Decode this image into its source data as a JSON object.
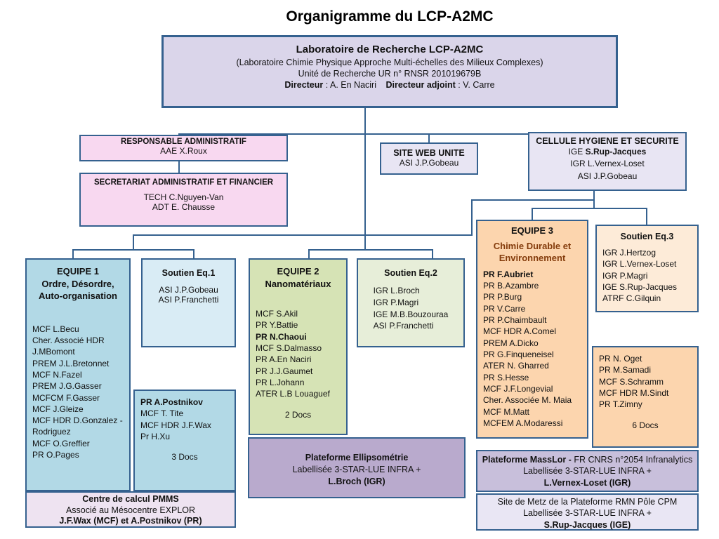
{
  "colors": {
    "line_and_border": "#35618f",
    "main_fill": "#dad5ea",
    "admin_pink": "#f8d8f0",
    "lavender_light": "#e8e5f3",
    "equipe1_blue": "#b2d9e6",
    "soutien1_blue": "#d9ecf5",
    "equipe2_green": "#d6e3b5",
    "soutien2_green": "#e7eed9",
    "equipe3_orange": "#fcd5ae",
    "soutien3_orange": "#fdebd8",
    "plateforme_purple": "#b9aacd",
    "equipe3_subtitle_red": "#843c0c"
  },
  "page_title": "Organigramme du LCP-A2MC",
  "main_box": {
    "title": "Laboratoire de Recherche LCP-A2MC",
    "subtitle": "(Laboratoire Chimie Physique Approche Multi-échelles des Milieux Complexes)",
    "unit": "Unité de Recherche UR n° RNSR 201019679B",
    "director_label": "Directeur",
    "director_value": " : A. En Naciri",
    "adjoint_label": "Directeur adjoint",
    "adjoint_value": " : V. Carre"
  },
  "responsable": {
    "title": "RESPONSABLE ADMINISTRATIF",
    "member": "AAE X.Roux"
  },
  "secretariat": {
    "title": "SECRETARIAT ADMINISTRATIF ET FINANCIER",
    "members": [
      "TECH C.Nguyen-Van",
      "ADT E. Chausse"
    ]
  },
  "siteweb": {
    "title": "SITE WEB UNITE",
    "member": "ASI  J.P.Gobeau"
  },
  "cellule": {
    "title": "CELLULE  HYGIENE ET SECURITE",
    "lead_prefix": "IGE ",
    "lead_name": "S.Rup-Jacques",
    "member2": "IGR L.Vernex-Loset",
    "member3": "ASI  J.P.Gobeau"
  },
  "equipe1": {
    "title": "EQUIPE 1",
    "subtitle1": "Ordre,  Désordre,",
    "subtitle2": "Auto-organisation",
    "members": [
      "MCF L.Becu",
      "Cher. Associé HDR J.MBomont",
      "PREM J.L.Bretonnet",
      "MCF N.Fazel",
      "PREM J.G.Gasser",
      "MCFCM F.Gasser",
      "MCF J.Gleize",
      "MCF HDR D.Gonzalez - Rodriguez",
      "MCF O.Greffier",
      "PR O.Pages"
    ],
    "sub_box": {
      "members": [
        {
          "text": "PR A.Postnikov",
          "bold": true
        },
        "MCF T. Tite",
        "MCF HDR J.F.Wax",
        "Pr H.Xu"
      ],
      "docs": "3 Docs"
    }
  },
  "soutien1": {
    "title": "Soutien Eq.1",
    "members": [
      "ASI J.P.Gobeau",
      "ASI P.Franchetti"
    ]
  },
  "pmms": {
    "title": "Centre de calcul  PMMS",
    "line2": "Associé au Mésocentre  EXPLOR",
    "line3": "J.F.Wax (MCF) et A.Postnikov (PR)"
  },
  "equipe2": {
    "title": "EQUIPE 2",
    "subtitle": "Nanomatériaux",
    "members": [
      "MCF S.Akil",
      "PR Y.Battie",
      {
        "text": "PR N.Chaoui",
        "bold": true
      },
      "MCF S.Dalmasso",
      "PR A.En Naciri",
      "PR J.J.Gaumet",
      "PR L.Johann",
      "ATER L.B Louaguef"
    ],
    "docs": "2 Docs"
  },
  "soutien2": {
    "title": "Soutien Eq.2",
    "members": [
      "IGR L.Broch",
      "IGR P.Magri",
      "IGE  M.B.Bouzouraa",
      "ASI P.Franchetti"
    ]
  },
  "ellipso": {
    "title": "Plateforme Ellipsométrie",
    "line2": "Labellisée 3-STAR-LUE  INFRA +",
    "line3": "L.Broch (IGR)"
  },
  "equipe3": {
    "title": "EQUIPE 3",
    "subtitle1": "Chimie Durable et",
    "subtitle2": "Environnement",
    "members": [
      {
        "text": "PR F.Aubriet",
        "bold": true
      },
      "PR B.Azambre",
      "PR P.Burg",
      "PR V.Carre",
      "PR P.Chaimbault",
      "MCF HDR A.Comel",
      "PREM A.Dicko",
      "PR G.Finqueneisel",
      "ATER N. Gharred",
      "PR S.Hesse",
      "MCF J.F.Longevial",
      "Cher. Associée M. Maia",
      "MCF M.Matt",
      "MCFEM A.Modaressi"
    ],
    "sub_box": {
      "members": [
        "PR N. Oget",
        "PR M.Samadi",
        "MCF S.Schramm",
        "MCF HDR M.Sindt",
        "PR T.Zimny"
      ],
      "docs": "6 Docs"
    }
  },
  "soutien3": {
    "title": "Soutien Eq.3",
    "members": [
      "IGR J.Hertzog",
      "IGR L.Vernex-Loset",
      "IGR P.Magri",
      "IGE S.Rup-Jacques",
      "ATRF  C.Gilquin"
    ]
  },
  "masslor": {
    "title_bold": "Plateforme MassLor - ",
    "title_rest": "FR CNRS n°2054 Infranalytics",
    "line2": "Labellisée 3-STAR-LUE  INFRA +",
    "line3": "L.Vernex-Loset (IGR)"
  },
  "rmn": {
    "line1": "Site de Metz de la Plateforme RMN Pôle CPM",
    "line2": "Labellisée 3-STAR-LUE  INFRA +",
    "line3": "S.Rup-Jacques (IGE)"
  }
}
